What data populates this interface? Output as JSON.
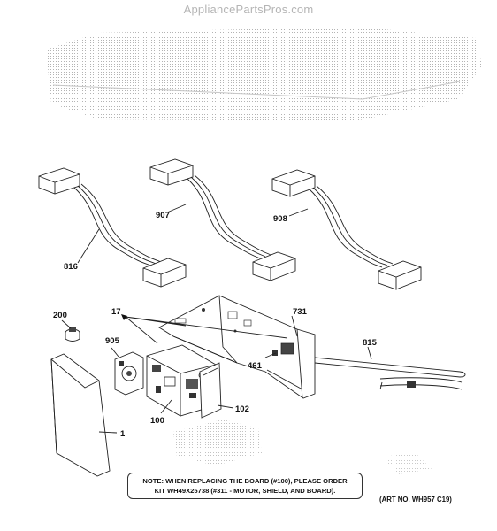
{
  "watermark": "AppliancePartsPros.com",
  "callouts": {
    "c907": "907",
    "c908": "908",
    "c816": "816",
    "c17": "17",
    "c731": "731",
    "c200": "200",
    "c815": "815",
    "c905": "905",
    "c461": "461",
    "c100": "100",
    "c102": "102",
    "c1": "1"
  },
  "note": {
    "line1": "NOTE: WHEN REPLACING THE BOARD (#100), PLEASE ORDER",
    "line2": "KIT WH49X25738 (#311 - MOTOR, SHIELD, AND BOARD)."
  },
  "art_number": "(ART NO. WH957 C19)"
}
